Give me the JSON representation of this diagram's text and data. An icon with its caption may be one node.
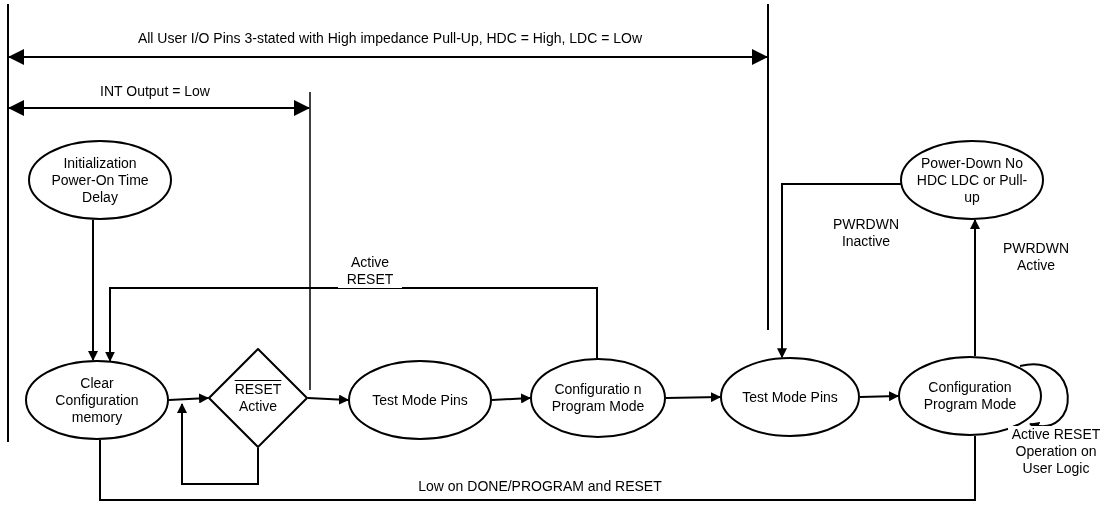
{
  "diagram": {
    "nodes": [
      {
        "text": [
          "Initialization Power-On Time Delay"
        ]
      },
      {
        "text": [
          "Clear Configuration memory"
        ]
      },
      {
        "text": [
          "RESET",
          "Active"
        ]
      },
      {
        "text": [
          "Test Mode Pins"
        ]
      },
      {
        "text": [
          "Configuratio n Program Mode"
        ]
      },
      {
        "text": [
          "Test Mode Pins"
        ]
      },
      {
        "text": [
          "Configuration Program Mode"
        ]
      },
      {
        "text": [
          "Power-Down No HDC LDC or Pull-up"
        ]
      }
    ],
    "edges": [
      {
        "from": 0,
        "to": 1,
        "arrow": "to"
      },
      {
        "from": 4,
        "to": 1,
        "arrow": "to",
        "label": "Active RESET"
      },
      {
        "from": 1,
        "to": 2,
        "arrow": "to"
      },
      {
        "from": 2,
        "to": 2,
        "arrow": "to"
      },
      {
        "from": 2,
        "to": 3,
        "arrow": "to"
      },
      {
        "from": 3,
        "to": 4,
        "arrow": "to"
      },
      {
        "from": 4,
        "to": 5,
        "arrow": "to"
      },
      {
        "from": 5,
        "to": 6,
        "arrow": "to"
      },
      {
        "from": 6,
        "to": 7,
        "arrow": "to",
        "label": "PWRDWN Active"
      },
      {
        "from": 7,
        "to": 5,
        "arrow": "to",
        "label": "PWRDWN Inactive"
      },
      {
        "from": 6,
        "to": 6,
        "arrow": "to",
        "label": "Active RESET Operation on User Logic"
      },
      {
        "from": 6,
        "to": 1,
        "arrow": "none",
        "label": "Low on DONE/PROGRAM and RESET"
      }
    ],
    "labels": [
      "All User I/O Pins 3-stated with High impedance Pull-Up, HDC = High, LDC = LOw",
      "INT Output = Low"
    ]
  }
}
